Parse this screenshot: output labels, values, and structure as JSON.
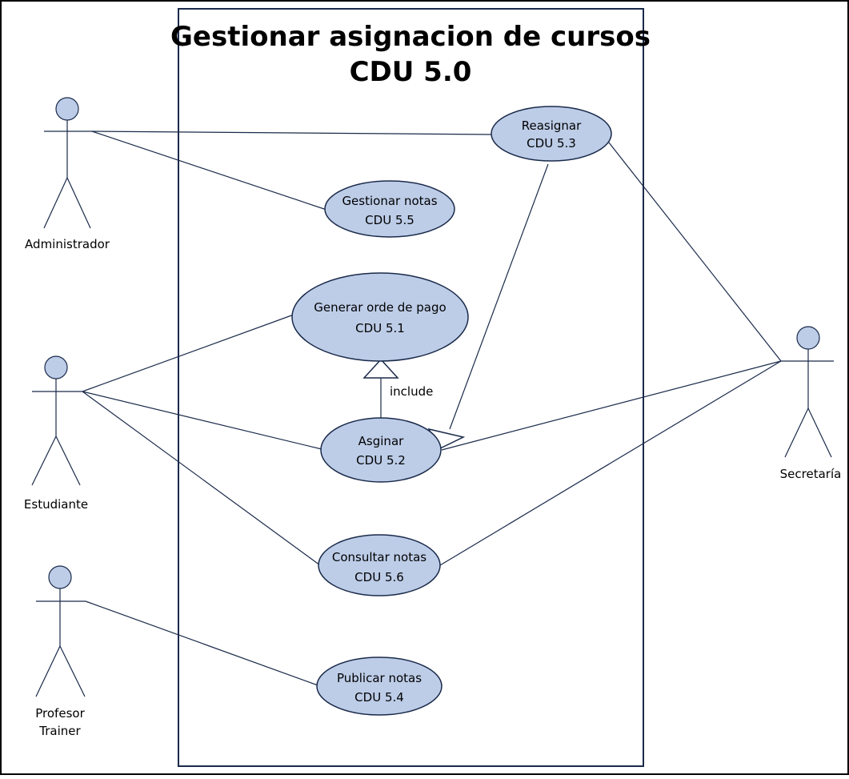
{
  "diagram": {
    "title_line1": "Gestionar asignacion de cursos",
    "title_line2": "CDU 5.0",
    "colors": {
      "usecase_fill": "#bdcde8",
      "actor_head_fill": "#bdcde8",
      "stroke": "#1a2a4a"
    },
    "actors": [
      {
        "id": "admin",
        "name_lines": [
          "Administrador"
        ]
      },
      {
        "id": "estudiante",
        "name_lines": [
          "Estudiante"
        ]
      },
      {
        "id": "profesor",
        "name_lines": [
          "Profesor",
          "Trainer"
        ]
      },
      {
        "id": "secretaria",
        "name_lines": [
          "Secretaría"
        ]
      }
    ],
    "use_cases": [
      {
        "id": "uc53",
        "line1": "Reasignar",
        "line2": "CDU 5.3"
      },
      {
        "id": "uc55",
        "line1": "Gestionar notas",
        "line2": "CDU 5.5"
      },
      {
        "id": "uc51",
        "line1": "Generar orde de pago",
        "line2": "CDU 5.1"
      },
      {
        "id": "uc52",
        "line1": "Asginar",
        "line2": "CDU 5.2"
      },
      {
        "id": "uc56",
        "line1": "Consultar notas",
        "line2": "CDU 5.6"
      },
      {
        "id": "uc54",
        "line1": "Publicar notas",
        "line2": "CDU 5.4"
      }
    ],
    "relations": [
      {
        "type": "include",
        "label": "include",
        "from": "uc52",
        "to": "uc51"
      },
      {
        "type": "generalization",
        "from": "uc53",
        "to": "uc52"
      }
    ],
    "associations": [
      [
        "admin",
        "uc53"
      ],
      [
        "admin",
        "uc55"
      ],
      [
        "estudiante",
        "uc51"
      ],
      [
        "estudiante",
        "uc52"
      ],
      [
        "estudiante",
        "uc56"
      ],
      [
        "profesor",
        "uc54"
      ],
      [
        "secretaria",
        "uc53"
      ],
      [
        "secretaria",
        "uc52"
      ],
      [
        "secretaria",
        "uc56"
      ]
    ]
  }
}
